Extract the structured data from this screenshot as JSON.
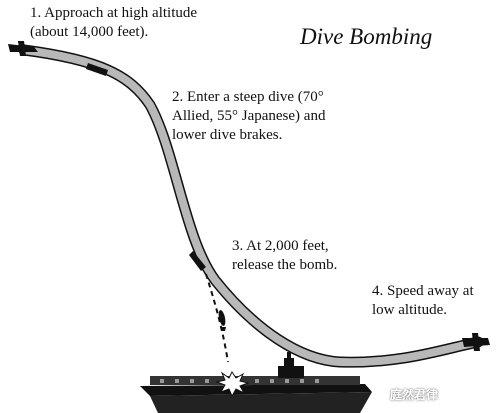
{
  "title": "Dive Bombing",
  "steps": [
    {
      "line1": "1. Approach at high altitude",
      "line2": "(about 14,000 feet)."
    },
    {
      "line1": "2. Enter a steep dive (70°",
      "line2": "Allied, 55° Japanese) and",
      "line3": "lower dive brakes."
    },
    {
      "line1": "3. At 2,000 feet,",
      "line2": "release the bomb."
    },
    {
      "line1": "4. Speed away at",
      "line2": "low altitude."
    }
  ],
  "watermark": "庭然君律",
  "colors": {
    "ink": "#111111",
    "path": "#b8b8b8",
    "flash": "#ffffff"
  }
}
